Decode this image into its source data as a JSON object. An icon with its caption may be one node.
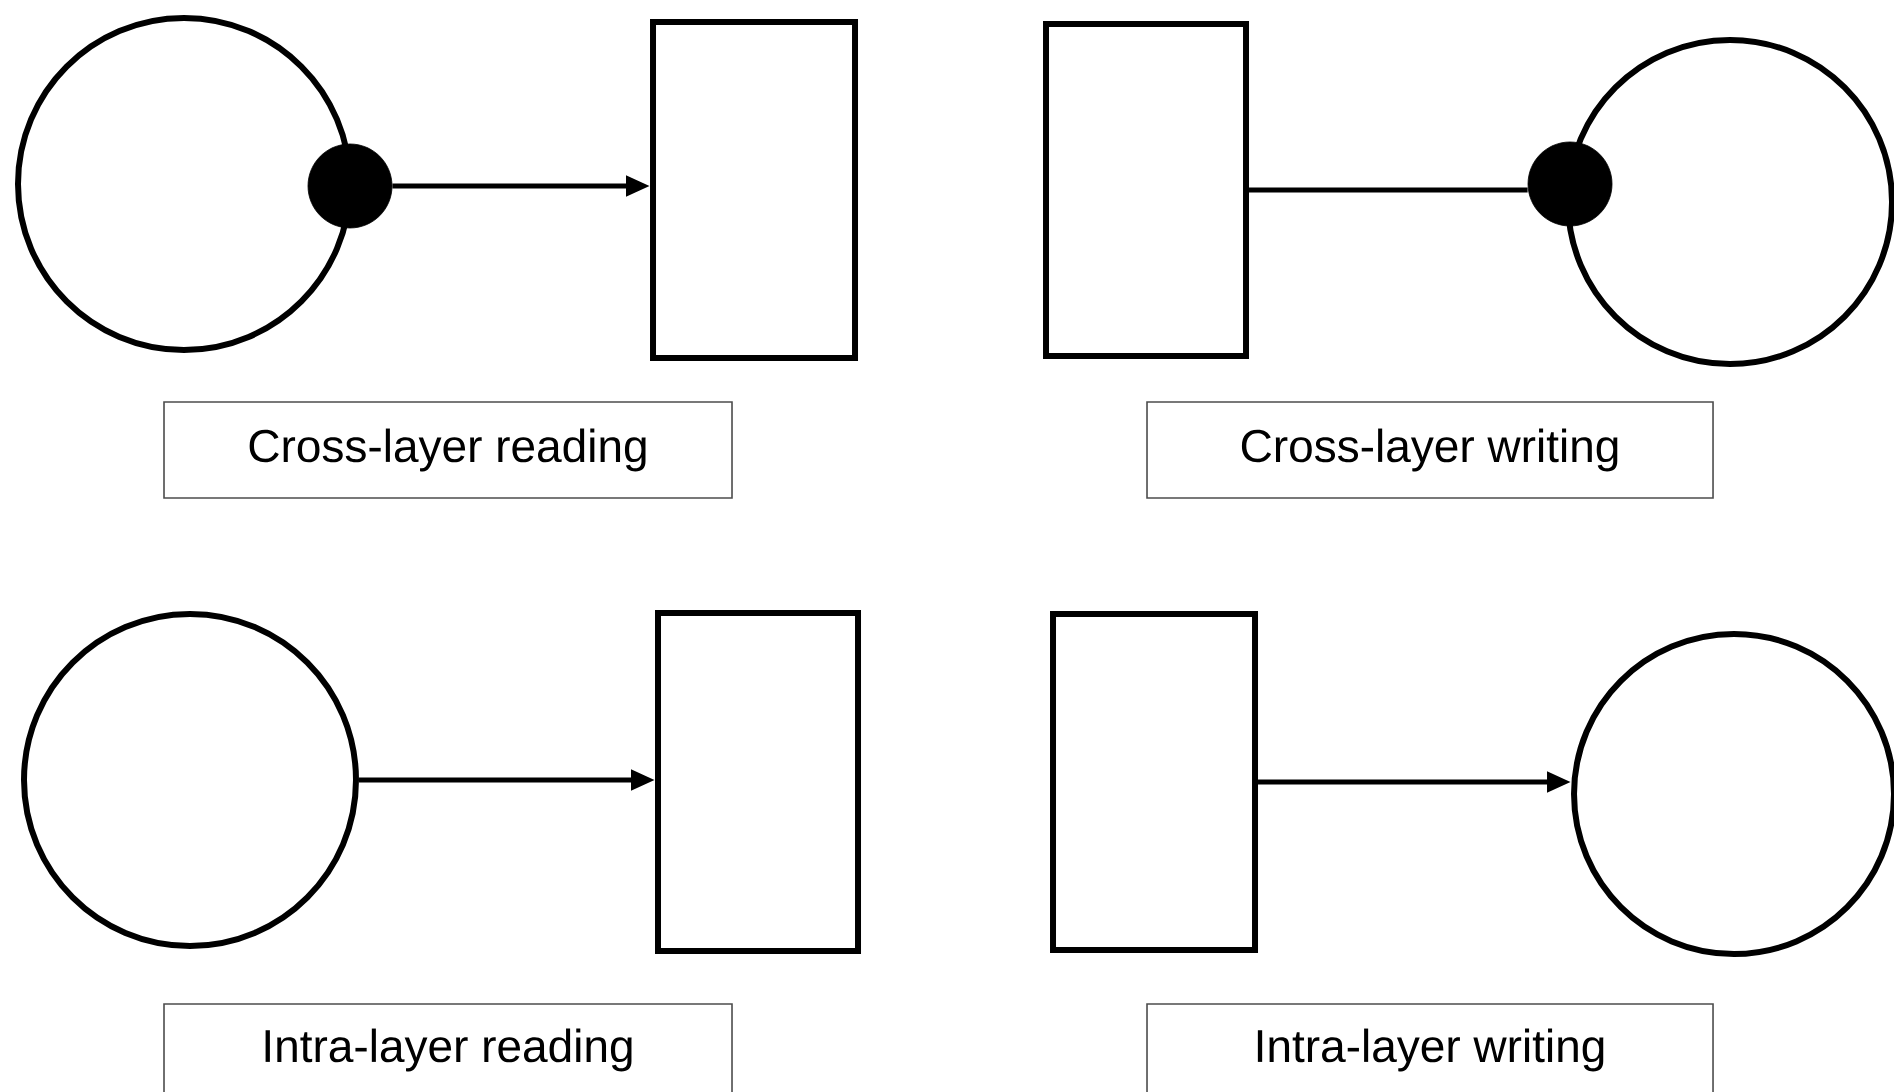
{
  "diagram": {
    "nodes": [
      {
        "text": [],
        "shape": "circle"
      },
      {
        "text": [],
        "shape": "circle"
      },
      {
        "text": [],
        "shape": "box"
      },
      {
        "text": [],
        "shape": "box"
      },
      {
        "text": [],
        "shape": "circle"
      },
      {
        "text": [],
        "shape": "circle"
      },
      {
        "text": [
          "Cross-layer reading"
        ]
      },
      {
        "text": [
          "Cross-layer writing"
        ]
      },
      {
        "text": [],
        "shape": "circle"
      },
      {
        "text": [],
        "shape": "box"
      },
      {
        "text": [],
        "shape": "box"
      },
      {
        "text": [],
        "shape": "circle"
      },
      {
        "text": [
          "Intra-layer reading"
        ]
      },
      {
        "text": [
          "Intra-layer writing"
        ]
      }
    ],
    "edges": [
      {
        "from": 1,
        "to": 2,
        "arrow": "to"
      },
      {
        "from": 3,
        "to": 4,
        "arrow": "none"
      },
      {
        "from": 8,
        "to": 9,
        "arrow": "to"
      },
      {
        "from": 10,
        "to": 11,
        "arrow": "to"
      }
    ]
  }
}
